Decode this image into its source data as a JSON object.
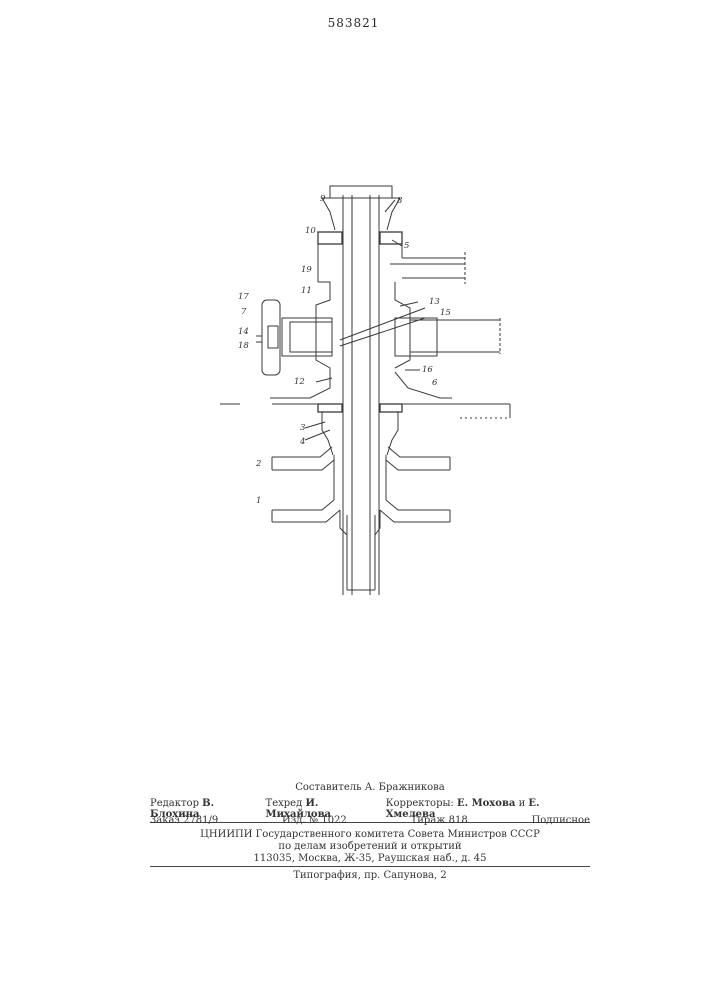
{
  "page_number": "583821",
  "figure_labels": {
    "l1": "1",
    "l2": "2",
    "l3": "3",
    "l4": "4",
    "l5": "5",
    "l6": "6",
    "l7": "7",
    "l8": "8",
    "l9": "9",
    "l10": "10",
    "l11": "11",
    "l12": "12",
    "l13": "13",
    "l14": "14",
    "l15": "15",
    "l16": "16",
    "l17": "17",
    "l18": "18",
    "l19": "19"
  },
  "imprint": {
    "compiler_role": "Составитель",
    "compiler_name": "А. Бражникова",
    "editor_role": "Редактор",
    "editor_name": "В. Блохина",
    "techred_role": "Техред",
    "techred_name": "И. Михайлова",
    "correctors_role": "Корректоры:",
    "corrector1_name": "Е. Мохова",
    "and": "и",
    "corrector2_name": "Е. Хмелева",
    "order": "Заказ 2781/9",
    "edition": "Изд. № 1022",
    "print_run": "Тираж 818",
    "subscription": "Подписное",
    "org_line1": "ЦНИИПИ Государственного комитета Совета Министров СССР",
    "org_line2": "по делам изобретений и открытий",
    "org_line3": "113035, Москва, Ж-35, Раушская наб., д. 45",
    "printshop": "Типография, пр. Сапунова, 2"
  }
}
